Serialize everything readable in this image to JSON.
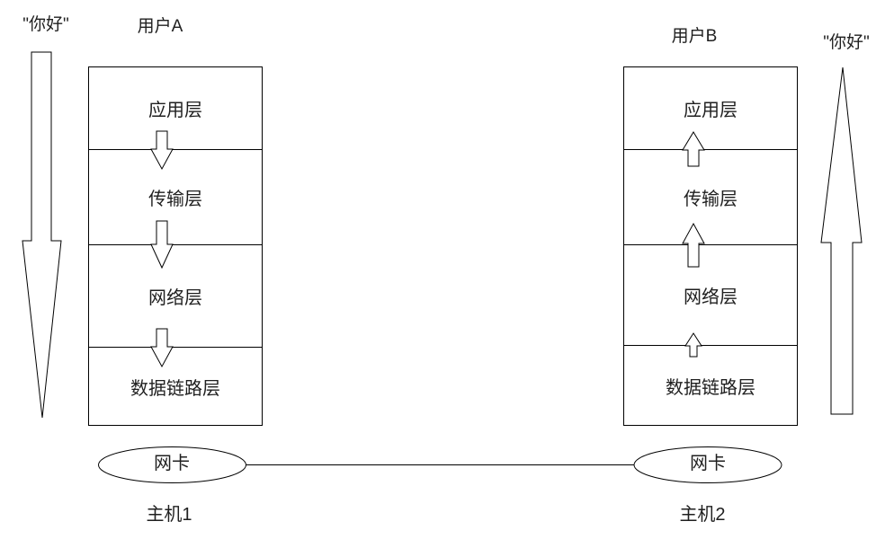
{
  "left": {
    "message": "\"你好\"",
    "user": "用户A",
    "host": "主机1",
    "nic": "网卡",
    "layers": [
      "应用层",
      "传输层",
      "网络层",
      "数据链路层"
    ]
  },
  "right": {
    "message": "\"你好\"",
    "user": "用户B",
    "host": "主机2",
    "nic": "网卡",
    "layers": [
      "应用层",
      "传输层",
      "网络层",
      "数据链路层"
    ]
  },
  "icons": {
    "big_down_arrow": "down-arrow",
    "big_up_arrow": "up-arrow",
    "layer_down_arrow": "down-arrow",
    "layer_up_arrow": "up-arrow",
    "nic_shape": "ellipse"
  },
  "colors": {
    "line": "#000000",
    "text": "#1f1f1f",
    "background": "#ffffff"
  }
}
